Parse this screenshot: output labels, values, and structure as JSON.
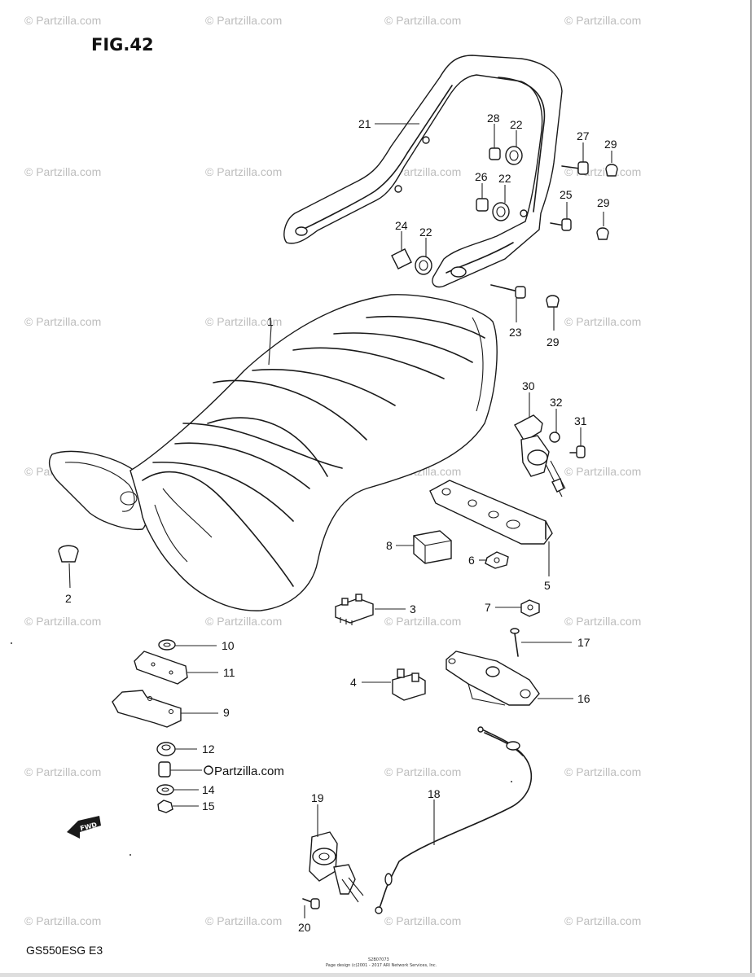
{
  "figure_title": "FIG.42",
  "model_code": "GS550ESG  E3",
  "watermark_text": "© Partzilla.com",
  "mid_watermark_text": "Partzilla.com",
  "fwd_label": "FWD",
  "footer_line1": "S2B07073",
  "footer_line2": "Page design (c)2001 - 2017 ARI Network Services, Inc.",
  "callouts": {
    "c1": "1",
    "c2": "2",
    "c3": "3",
    "c4": "4",
    "c5": "5",
    "c6": "6",
    "c7": "7",
    "c8": "8",
    "c9": "9",
    "c10": "10",
    "c11": "11",
    "c12": "12",
    "c14": "14",
    "c15": "15",
    "c16": "16",
    "c17": "17",
    "c18": "18",
    "c19": "19",
    "c20": "20",
    "c21": "21",
    "c22a": "22",
    "c22b": "22",
    "c22c": "22",
    "c23": "23",
    "c24": "24",
    "c25": "25",
    "c26": "26",
    "c27": "27",
    "c28": "28",
    "c29a": "29",
    "c29b": "29",
    "c29c": "29",
    "c30": "30",
    "c31": "31",
    "c32": "32"
  },
  "colors": {
    "line": "#1a1a1a",
    "watermark": "#bdbdbd",
    "background": "#ffffff"
  }
}
